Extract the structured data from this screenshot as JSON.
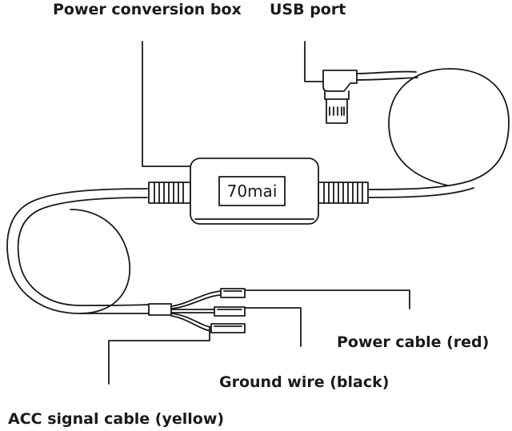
{
  "labels": {
    "power_conversion_box": "Power conversion box",
    "usb_port": "USB port",
    "power_cable": "Power cable (red)",
    "ground_wire": "Ground wire (black)",
    "acc_signal_cable": "ACC signal cable (yellow)"
  },
  "device": {
    "brand_logo": "70mai"
  },
  "colors": {
    "line": "#1a1a1a",
    "background": "#ffffff"
  }
}
